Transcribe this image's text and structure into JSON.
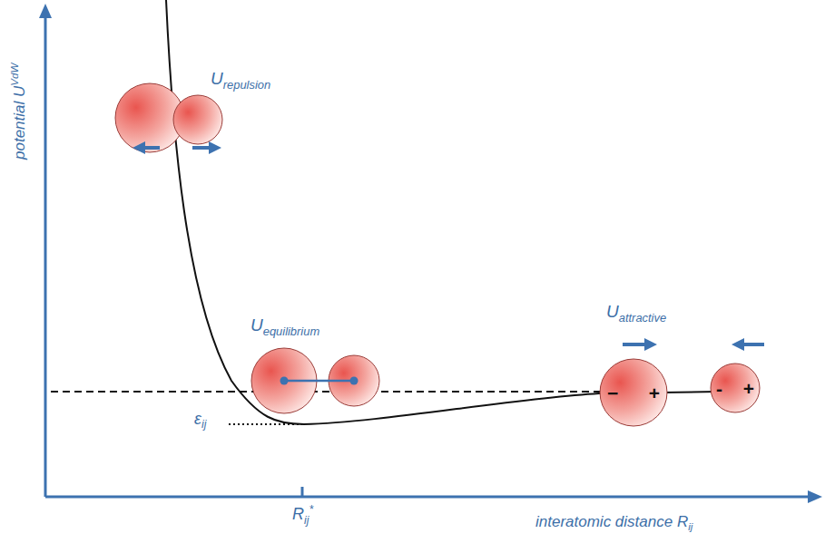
{
  "diagram": {
    "nodes": [
      {
        "text": [
          "−",
          "+"
        ]
      },
      {
        "text": [
          "-",
          "+"
        ]
      }
    ],
    "labels": [
      "potential U",
      "VdW",
      "U",
      "repulsion",
      "U",
      "equilibrium",
      "U",
      "attractive",
      "ε",
      "ij",
      "R",
      "ij",
      "*",
      "interatomic distance R",
      "ij"
    ]
  }
}
